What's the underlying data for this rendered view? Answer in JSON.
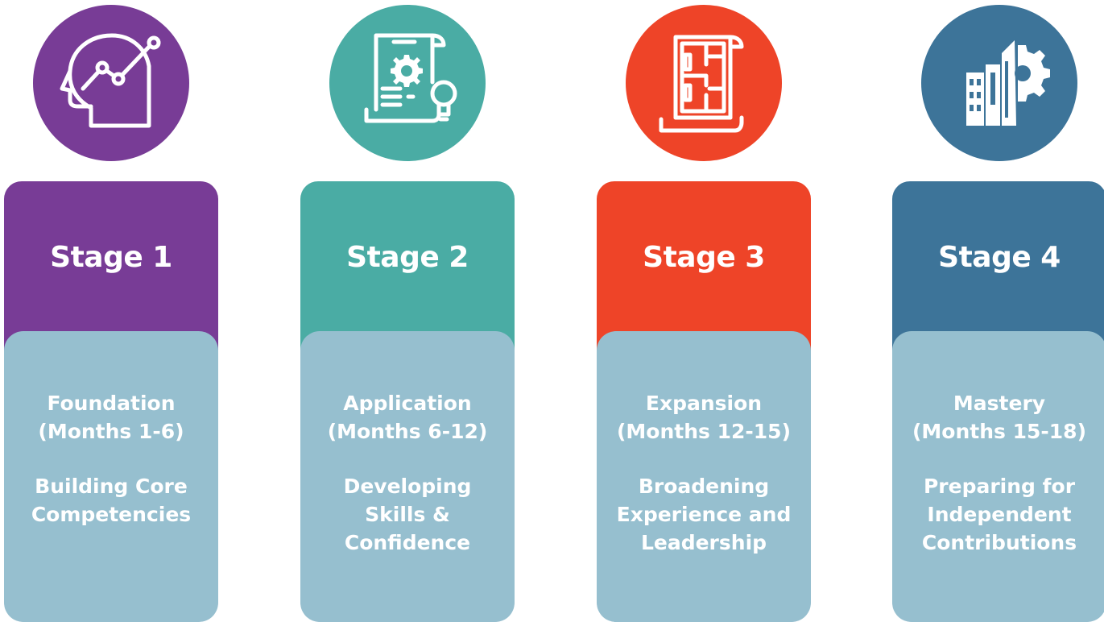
{
  "stages": [
    {
      "title": "Stage 1",
      "phase": "Foundation",
      "months": "(Months 1-6)",
      "focus_lines": [
        "Building Core",
        "Competencies"
      ],
      "color": "#783c96",
      "icon": "head-growth-chart-icon"
    },
    {
      "title": "Stage 2",
      "phase": "Application",
      "months": "(Months 6-12)",
      "focus_lines": [
        "Developing",
        "Skills &",
        "Confidence"
      ],
      "color": "#4aaca4",
      "icon": "document-gear-lightbulb-icon"
    },
    {
      "title": "Stage 3",
      "phase": "Expansion",
      "months": "(Months 12-15)",
      "focus_lines": [
        "Broadening",
        "Experience and",
        "Leadership"
      ],
      "color": "#ee4428",
      "icon": "floor-plan-scroll-icon"
    },
    {
      "title": "Stage 4",
      "phase": "Mastery",
      "months": "(Months 15-18)",
      "focus_lines": [
        "Preparing for",
        "Independent",
        "Contributions"
      ],
      "color": "#3d7499",
      "icon": "buildings-gear-icon"
    }
  ],
  "body_color": "#96bfcf"
}
